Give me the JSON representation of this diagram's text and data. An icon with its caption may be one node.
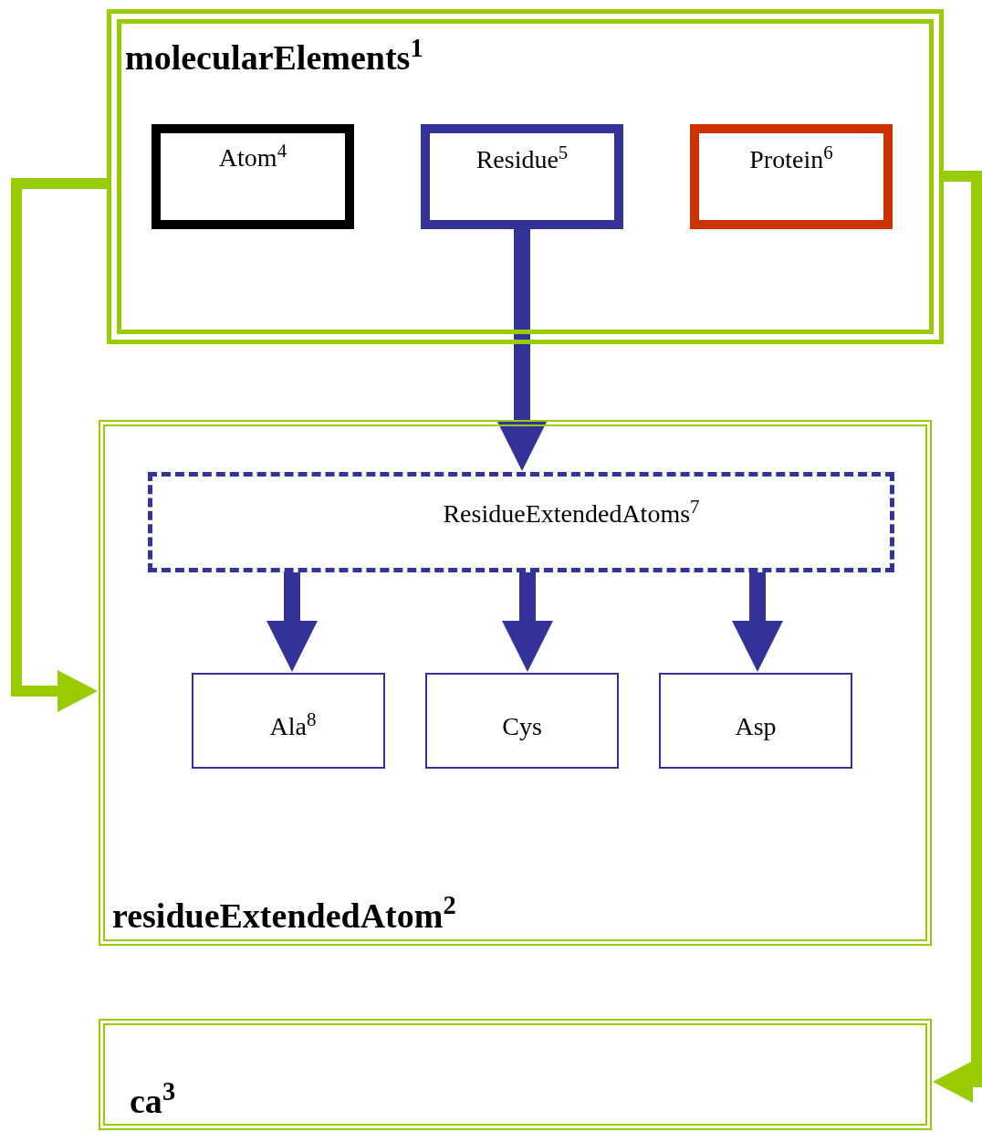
{
  "diagram": {
    "nodes": [
      {
        "text": [
          "molecularElements$^{1}$"
        ]
      },
      {
        "text": [
          "Atom$^{4}$"
        ],
        "in": 0
      },
      {
        "text": [
          "Residue$^{5}$"
        ],
        "in": 0
      },
      {
        "text": [
          "Protein$^{6}$"
        ],
        "in": 0
      },
      {
        "text": [
          "residueExtendedAtom$^{2}$"
        ]
      },
      {
        "text": [
          "ResidueExtendedAtoms$^{7}$"
        ],
        "in": 4
      },
      {
        "text": [
          "Ala$^{8}$"
        ],
        "in": 4
      },
      {
        "text": [
          "Cys"
        ],
        "in": 4
      },
      {
        "text": [
          "Asp"
        ],
        "in": 4
      },
      {
        "text": [
          "ca$^{3}$"
        ]
      }
    ],
    "edges": [
      {
        "from": 2,
        "to": 5,
        "arrow": "to"
      },
      {
        "from": 5,
        "to": 6,
        "arrow": "to"
      },
      {
        "from": 5,
        "to": 7,
        "arrow": "to"
      },
      {
        "from": 5,
        "to": 8,
        "arrow": "to"
      },
      {
        "from": 0,
        "to": 4,
        "arrow": "to",
        "color": "#99cc00"
      },
      {
        "from": 0,
        "to": 9,
        "arrow": "to",
        "color": "#99cc00"
      }
    ]
  }
}
